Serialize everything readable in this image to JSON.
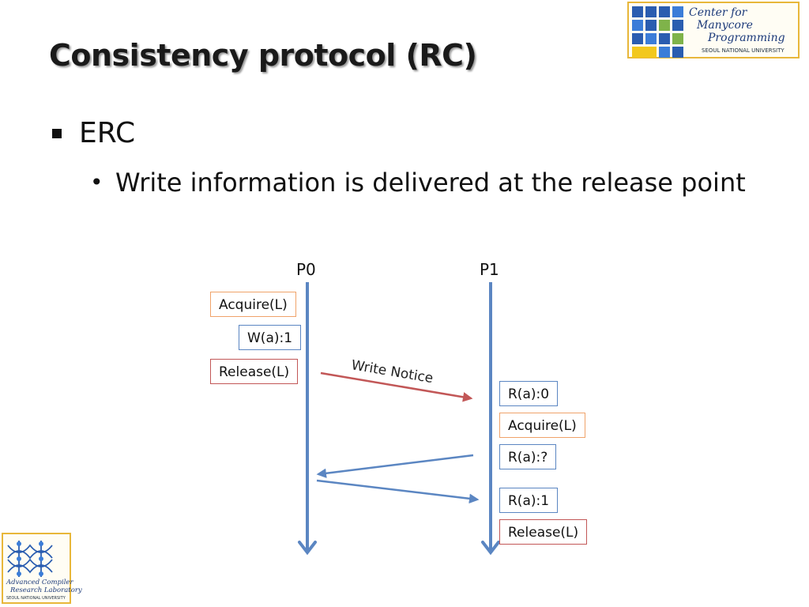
{
  "slide": {
    "title": "Consistency protocol (RC)",
    "bullet_level1": "ERC",
    "bullet_level2": "Write information is delivered at the release point"
  },
  "diagram": {
    "processes": [
      "P0",
      "P1"
    ],
    "p0_events": [
      "Acquire(L)",
      "W(a):1",
      "Release(L)"
    ],
    "p1_events": [
      "R(a):0",
      "Acquire(L)",
      "R(a):?",
      "R(a):1",
      "Release(L)"
    ],
    "message_label": "Write Notice",
    "colors": {
      "timeline": "#5b86c2",
      "write_notice_arrow": "#c25757",
      "box_acquire": "#f0a36a",
      "box_access": "#5b86c2",
      "box_release": "#c25757"
    }
  },
  "logos": {
    "top_right": {
      "line1": "Center for",
      "line2": "Manycore",
      "line3": "Programming",
      "institution": "SEOUL NATIONAL UNIVERSITY"
    },
    "bottom_left": {
      "line1": "Advanced Compiler",
      "line2": "Research Laboratory",
      "institution": "SEOUL NATIONAL UNIVERSITY"
    }
  }
}
